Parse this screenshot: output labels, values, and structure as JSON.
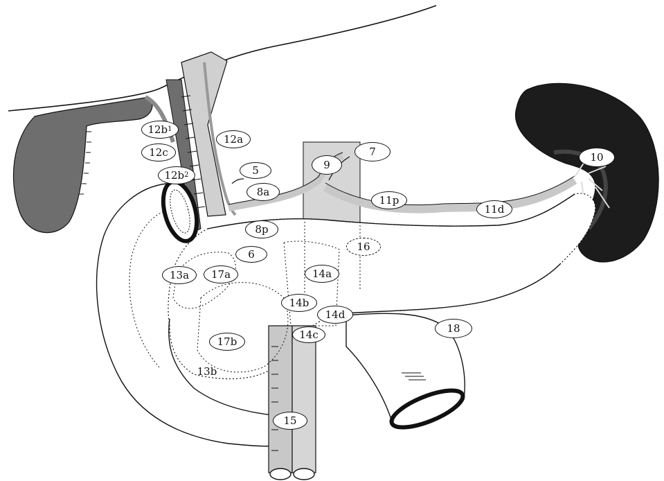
{
  "labels": {
    "l12b1": "12b",
    "l12b1_sub": "1",
    "l12c": "12c",
    "l12b2": "12b",
    "l12b2_sub": "2",
    "l12a": "12a",
    "l5": "5",
    "l8a": "8a",
    "l7": "7",
    "l9": "9",
    "l10": "10",
    "l11p": "11p",
    "l11d": "11d",
    "l8p": "8p",
    "l6": "6",
    "l16": "16",
    "l13a": "13a",
    "l17a": "17a",
    "l14a": "14a",
    "l14b": "14b",
    "l14d": "14d",
    "l14c": "14c",
    "l18": "18",
    "l17b": "17b",
    "l13b": "13b",
    "l15": "15"
  },
  "colors": {
    "ink": "#111111",
    "liver": "#ffffff",
    "gallbladder": "#6e6e6e",
    "spleen": "#1c1c1c",
    "vessel": "#c8c8c8",
    "aorta_band": "#d6d6d6",
    "duct": "#8a8a8a"
  },
  "icons": {
    "liver": "liver-outline",
    "gallbladder": "gallbladder-shape",
    "spleen": "spleen-shape",
    "pancreas": "pancreas-outline",
    "duodenum": "duodenum-outline",
    "jejunum": "jejunum-loop",
    "aorta": "aorta-band",
    "celiac": "celiac-trunk",
    "splenic-artery": "splenic-artery",
    "hepatic-artery": "hepatic-artery",
    "portal-vein": "portal-vein",
    "sma": "superior-mesenteric-vessels"
  }
}
